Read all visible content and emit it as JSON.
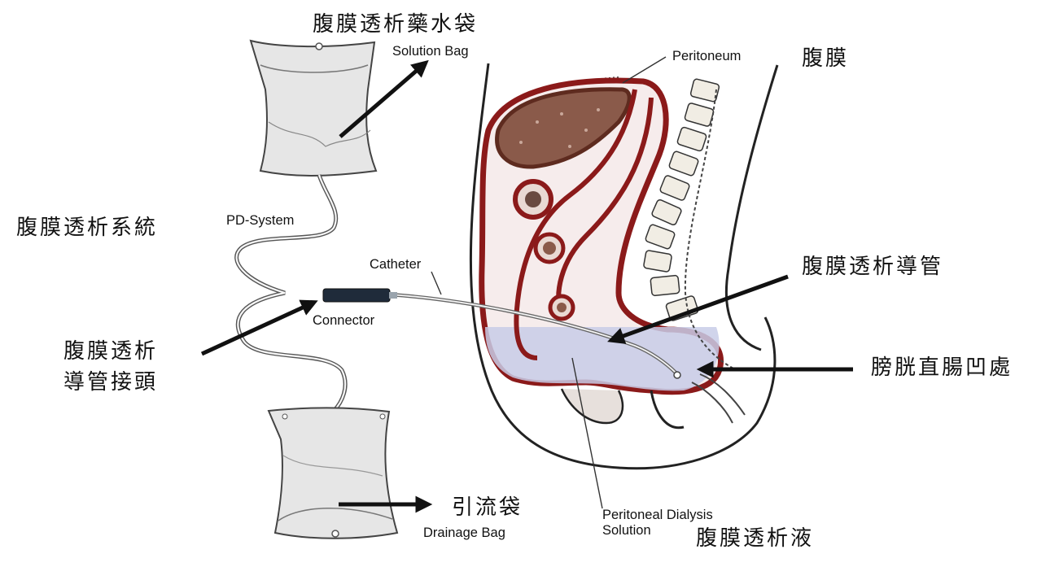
{
  "labels": {
    "solution_bag_zh": "腹膜透析藥水袋",
    "solution_bag_en": "Solution Bag",
    "peritoneum_en": "Peritoneum",
    "peritoneum_zh": "腹膜",
    "pd_system_zh": "腹膜透析系統",
    "pd_system_en": "PD-System",
    "catheter_en": "Catheter",
    "catheter_zh": "腹膜透析導管",
    "connector_en": "Connector",
    "connector_zh_line1": "腹膜透析",
    "connector_zh_line2": "導管接頭",
    "pouch_zh": "膀胱直腸凹處",
    "drainage_bag_zh": "引流袋",
    "drainage_bag_en": "Drainage Bag",
    "pd_solution_en_line1": "Peritoneal Dialysis",
    "pd_solution_en_line2": "Solution",
    "pd_solution_zh": "腹膜透析液"
  },
  "colors": {
    "peritoneum_red": "#8b1a1a",
    "liver_brown": "#8a5a4a",
    "solution_blue": "#c8cde8",
    "bag_grey": "#d9d9d9",
    "background": "#ffffff"
  }
}
